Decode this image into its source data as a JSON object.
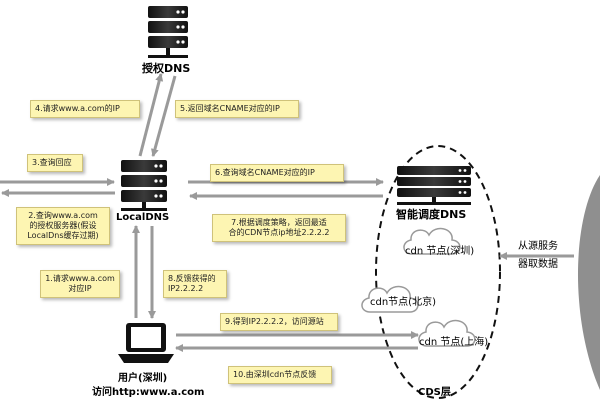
{
  "nodes": {
    "auth_dns": "授权DNS",
    "local_dns": "LocalDNS",
    "smart_dns": "智能调度DNS",
    "user_line1": "用户(深圳)",
    "user_line2": "访问http:www.a.com",
    "cds_layer": "CDS层"
  },
  "cdn_nodes": {
    "shenzhen": "cdn 节点(深圳)",
    "beijing": "cdn节点(北京)",
    "shanghai": "cdn 节点(上海)"
  },
  "origin": {
    "line1": "从源服务",
    "line2": "器取数据"
  },
  "steps": {
    "s1_l1": "1.请求www.a.com",
    "s1_l2": "对应IP",
    "s2_l1": "2.查询www.a.com",
    "s2_l2": "的授权服务器(假设",
    "s2_l3": "LocalDns缓存过期)",
    "s3": "3.查询回应",
    "s4": "4.请求www.a.com的IP",
    "s5": "5.返回域名CNAME对应的IP",
    "s6": "6.查询域名CNAME对应的IP",
    "s7_l1": "7.根据调度策略，返回最适",
    "s7_l2": "合的CDN节点ip地址2.2.2.2",
    "s8_l1": "8.反馈获得的",
    "s8_l2": "IP2.2.2.2",
    "s9": "9.得到IP2.2.2.2，访问源站",
    "s10": "10.由深圳cdn节点反馈"
  }
}
